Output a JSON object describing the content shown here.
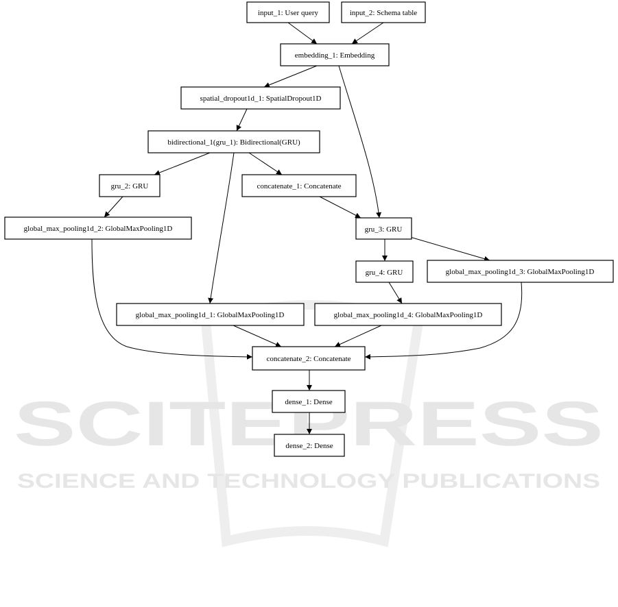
{
  "watermark": {
    "brand": "SCITEPRESS",
    "tagline": "SCIENCE AND TECHNOLOGY PUBLICATIONS"
  },
  "nodes": [
    {
      "id": "input_1",
      "label": "input_1: User query"
    },
    {
      "id": "input_2",
      "label": "input_2: Schema table"
    },
    {
      "id": "embedding_1",
      "label": "embedding_1: Embedding"
    },
    {
      "id": "spatial_dropout1d_1",
      "label": "spatial_dropout1d_1: SpatialDropout1D"
    },
    {
      "id": "bidirectional_1",
      "label": "bidirectional_1(gru_1): Bidirectional(GRU)"
    },
    {
      "id": "gru_2",
      "label": "gru_2: GRU"
    },
    {
      "id": "concatenate_1",
      "label": "concatenate_1: Concatenate"
    },
    {
      "id": "global_max_pooling1d_2",
      "label": "global_max_pooling1d_2: GlobalMaxPooling1D"
    },
    {
      "id": "gru_3",
      "label": "gru_3: GRU"
    },
    {
      "id": "gru_4",
      "label": "gru_4: GRU"
    },
    {
      "id": "global_max_pooling1d_3",
      "label": "global_max_pooling1d_3: GlobalMaxPooling1D"
    },
    {
      "id": "global_max_pooling1d_1",
      "label": "global_max_pooling1d_1: GlobalMaxPooling1D"
    },
    {
      "id": "global_max_pooling1d_4",
      "label": "global_max_pooling1d_4: GlobalMaxPooling1D"
    },
    {
      "id": "concatenate_2",
      "label": "concatenate_2: Concatenate"
    },
    {
      "id": "dense_1",
      "label": "dense_1: Dense"
    },
    {
      "id": "dense_2",
      "label": "dense_2: Dense"
    }
  ],
  "edges": [
    {
      "from": "input_1",
      "to": "embedding_1"
    },
    {
      "from": "input_2",
      "to": "embedding_1"
    },
    {
      "from": "embedding_1",
      "to": "spatial_dropout1d_1"
    },
    {
      "from": "embedding_1",
      "to": "gru_3"
    },
    {
      "from": "spatial_dropout1d_1",
      "to": "bidirectional_1"
    },
    {
      "from": "bidirectional_1",
      "to": "gru_2"
    },
    {
      "from": "bidirectional_1",
      "to": "global_max_pooling1d_1"
    },
    {
      "from": "bidirectional_1",
      "to": "concatenate_1"
    },
    {
      "from": "gru_2",
      "to": "global_max_pooling1d_2"
    },
    {
      "from": "concatenate_1",
      "to": "gru_3"
    },
    {
      "from": "gru_3",
      "to": "gru_4"
    },
    {
      "from": "gru_3",
      "to": "global_max_pooling1d_3"
    },
    {
      "from": "gru_4",
      "to": "global_max_pooling1d_4"
    },
    {
      "from": "global_max_pooling1d_2",
      "to": "concatenate_2"
    },
    {
      "from": "global_max_pooling1d_1",
      "to": "concatenate_2"
    },
    {
      "from": "global_max_pooling1d_4",
      "to": "concatenate_2"
    },
    {
      "from": "global_max_pooling1d_3",
      "to": "concatenate_2"
    },
    {
      "from": "concatenate_2",
      "to": "dense_1"
    },
    {
      "from": "dense_1",
      "to": "dense_2"
    }
  ]
}
